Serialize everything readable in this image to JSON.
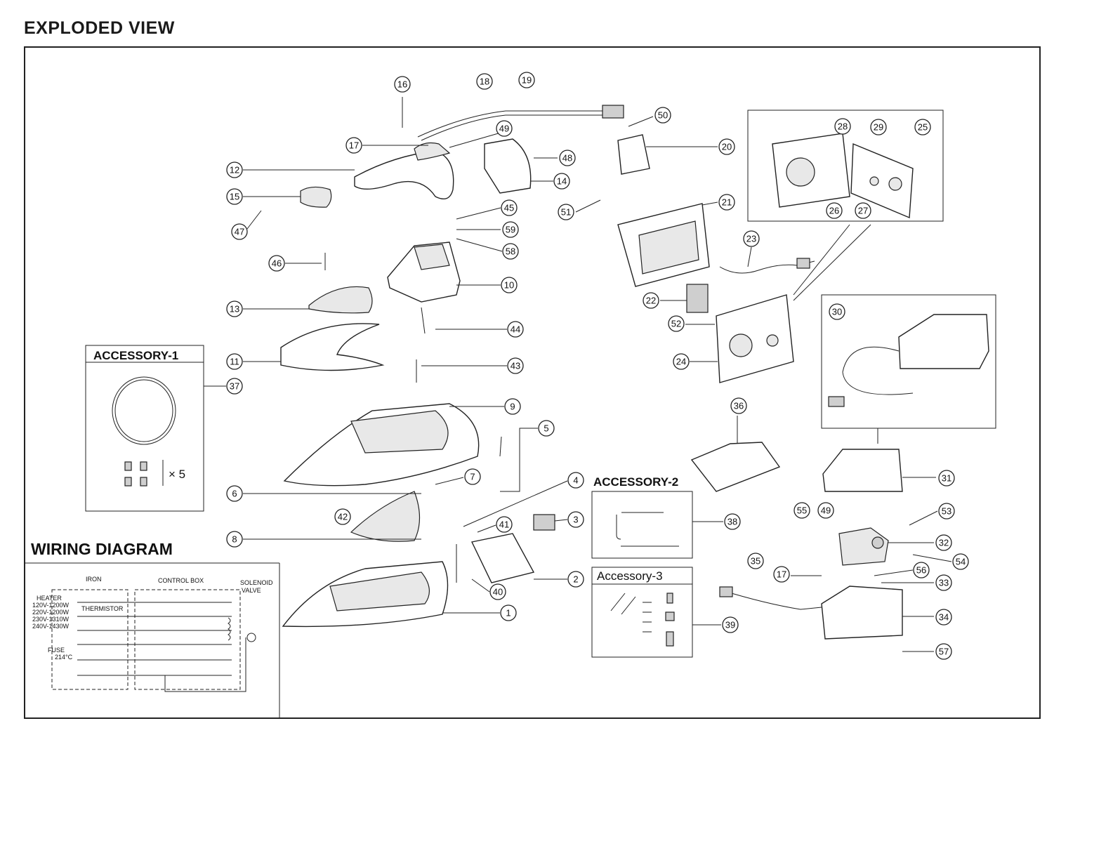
{
  "page_title": "EXPLODED VIEW",
  "accessory_1": {
    "title": "ACCESSORY-1",
    "quantity_label": "× 5"
  },
  "accessory_2": {
    "title": "ACCESSORY-2"
  },
  "accessory_3": {
    "title": "Accessory-3"
  },
  "wiring": {
    "title": "WIRING DIAGRAM",
    "iron": "IRON",
    "control_box": "CONTROL BOX",
    "solenoid_1": "SOLENOID",
    "solenoid_2": "VALVE",
    "heater": "HEATER",
    "heater_ratings": [
      "120V-1200W",
      "220V-1200W",
      "230V-1310W",
      "240V-1430W"
    ],
    "thermistor": "THERMISTOR",
    "fuse": "FUSE",
    "fuse_rating": "214°C"
  },
  "callouts": [
    "1",
    "2",
    "3",
    "4",
    "5",
    "6",
    "7",
    "8",
    "9",
    "10",
    "11",
    "12",
    "13",
    "14",
    "15",
    "16",
    "17",
    "18",
    "19",
    "20",
    "21",
    "22",
    "23",
    "24",
    "25",
    "26",
    "27",
    "28",
    "29",
    "30",
    "31",
    "32",
    "33",
    "34",
    "35",
    "36",
    "37",
    "38",
    "39",
    "40",
    "41",
    "42",
    "43",
    "44",
    "45",
    "46",
    "47",
    "48",
    "49",
    "50",
    "51",
    "52",
    "53",
    "54",
    "55",
    "56",
    "57",
    "58",
    "59"
  ]
}
